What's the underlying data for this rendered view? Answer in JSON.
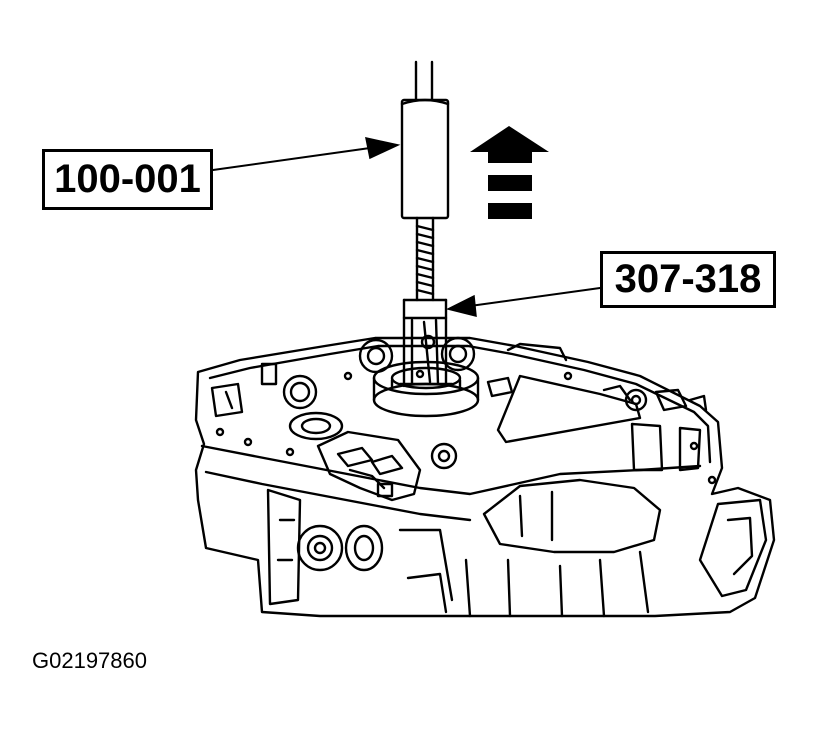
{
  "callouts": {
    "tool_a": "100-001",
    "tool_b": "307-318"
  },
  "figure_id": "G02197860",
  "colors": {
    "ink": "#000000",
    "paper": "#ffffff"
  },
  "icons": {
    "direction": "arrow-up-icon"
  }
}
